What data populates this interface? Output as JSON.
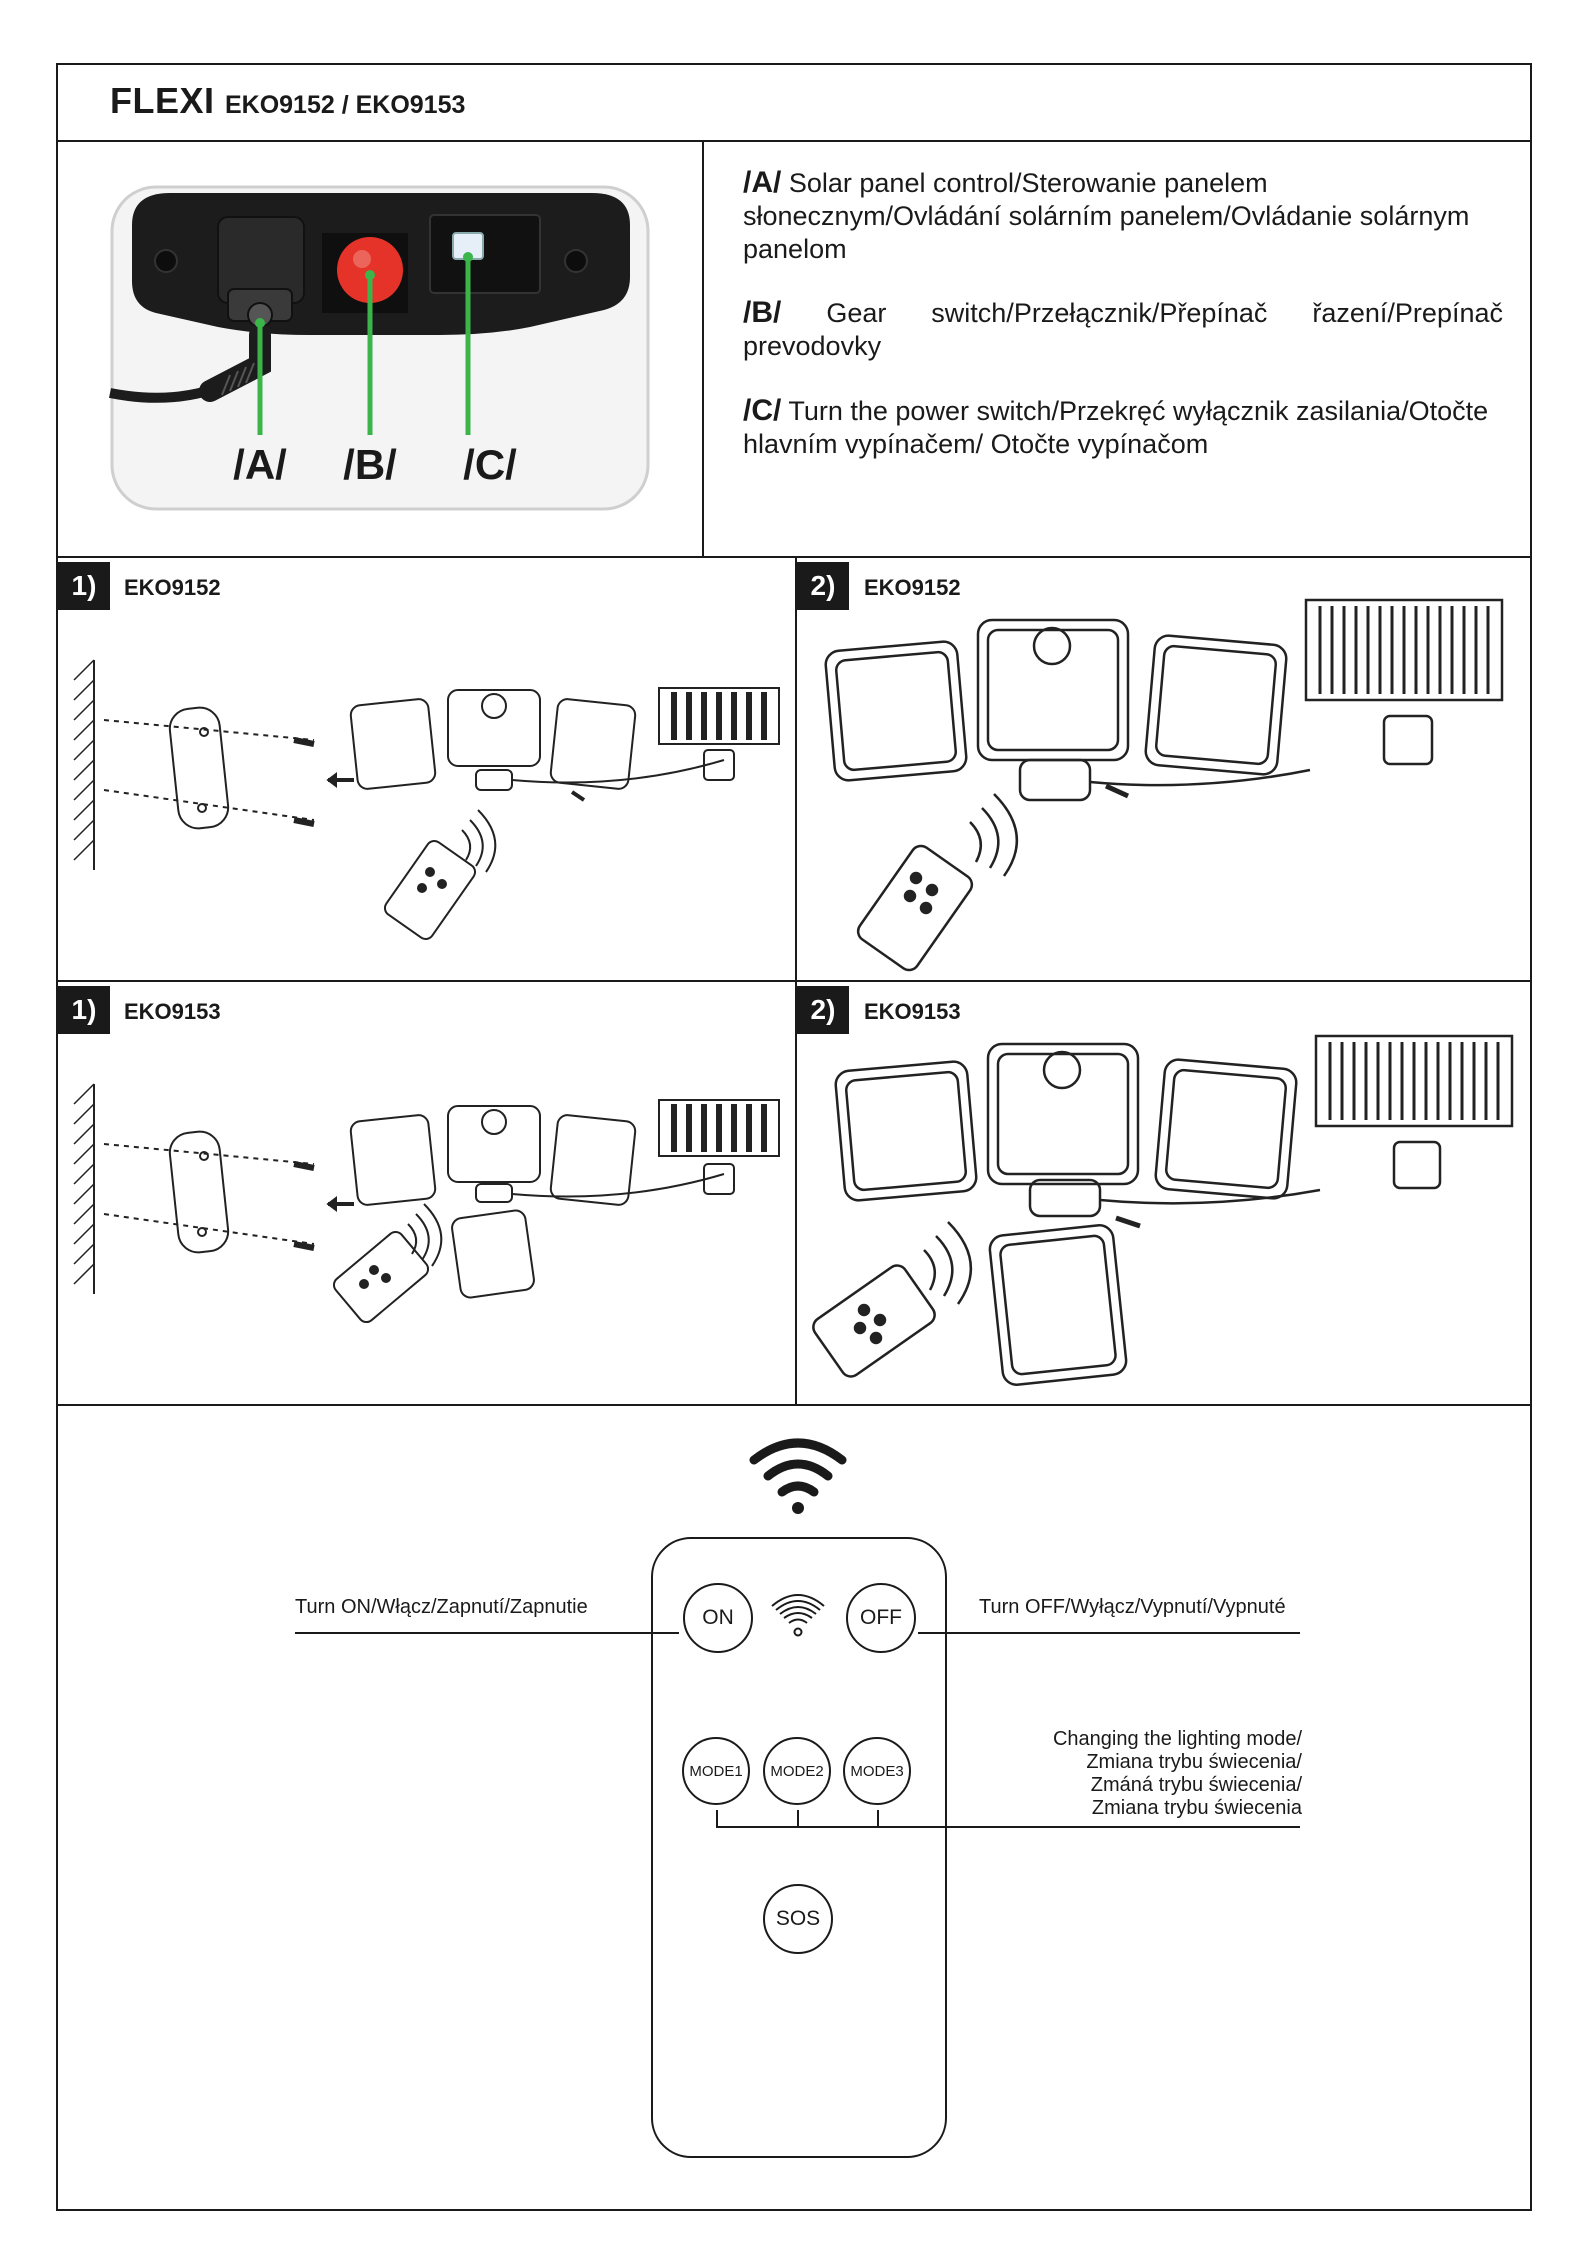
{
  "header": {
    "brand": "FLEXI",
    "models": "EKO9152 / EKO9153"
  },
  "control_photo": {
    "labels": [
      "/A/",
      "/B/",
      "/C/"
    ],
    "marker_color": "#3bb54a",
    "button_color": "#e5332a"
  },
  "legend": {
    "a": {
      "tag": "/A/",
      "text": "Solar panel control/Sterowanie panelem słonecznym/Ovládání solárním panelem/Ovládanie solárnym panelom"
    },
    "b": {
      "tag": "/B/",
      "text": "Gear switch/Przełącznik/Přepínač řazení/Prepínač prevodovky"
    },
    "c": {
      "tag": "/C/",
      "text": "Turn the power switch/Przekręć wyłącznik zasilania/Otočte hlavním vypínačem/ Otočte vypínačom"
    }
  },
  "install_steps": [
    {
      "step": "1)",
      "model": "EKO9152"
    },
    {
      "step": "2)",
      "model": "EKO9152"
    },
    {
      "step": "1)",
      "model": "EKO9153"
    },
    {
      "step": "2)",
      "model": "EKO9153"
    }
  ],
  "remote": {
    "buttons": {
      "on": "ON",
      "off": "OFF",
      "mode1": "MODE1",
      "mode2": "MODE2",
      "mode3": "MODE3",
      "sos": "SOS"
    },
    "callouts": {
      "on": "Turn ON/Włącz/Zapnutí/Zapnutie",
      "off": "Turn OFF/Wyłącz/Vypnutí/Vypnuté",
      "mode_lines": [
        "Changing the lighting mode/",
        "Zmiana trybu świecenia/",
        "Zmáná trybu świecenia/",
        "Zmiana trybu świecenia"
      ]
    }
  }
}
